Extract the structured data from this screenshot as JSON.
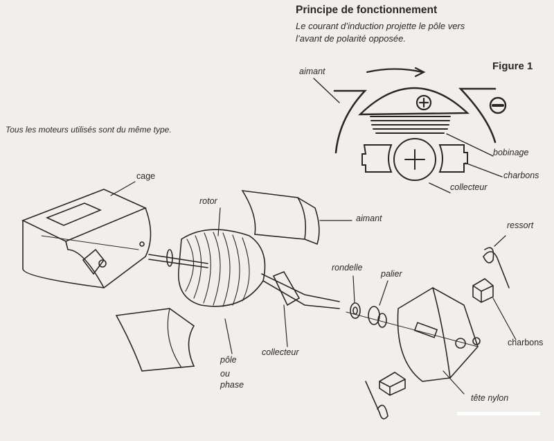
{
  "principle": {
    "title": "Principe de fonctionnement",
    "description_line1": "Le courant d’induction projette le pôle vers",
    "description_line2": "l’avant de polarité opposée.",
    "figure_label": "Figure 1",
    "labels": {
      "aimant": "aimant",
      "bobinage": "bobinage",
      "charbons": "charbons",
      "collecteur": "collecteur"
    }
  },
  "intro_text": "Tous les moteurs utilisés sont du même type.",
  "exploded_view": {
    "labels": {
      "cage": "cage",
      "rotor": "rotor",
      "aimant": "aimant",
      "ressort": "ressort",
      "rondelle": "rondelle",
      "palier": "palier",
      "charbons": "charbons",
      "collecteur": "collecteur",
      "pole": "pôle",
      "ou": "ou",
      "phase": "phase",
      "tete_nylon": "tête nylon"
    }
  }
}
